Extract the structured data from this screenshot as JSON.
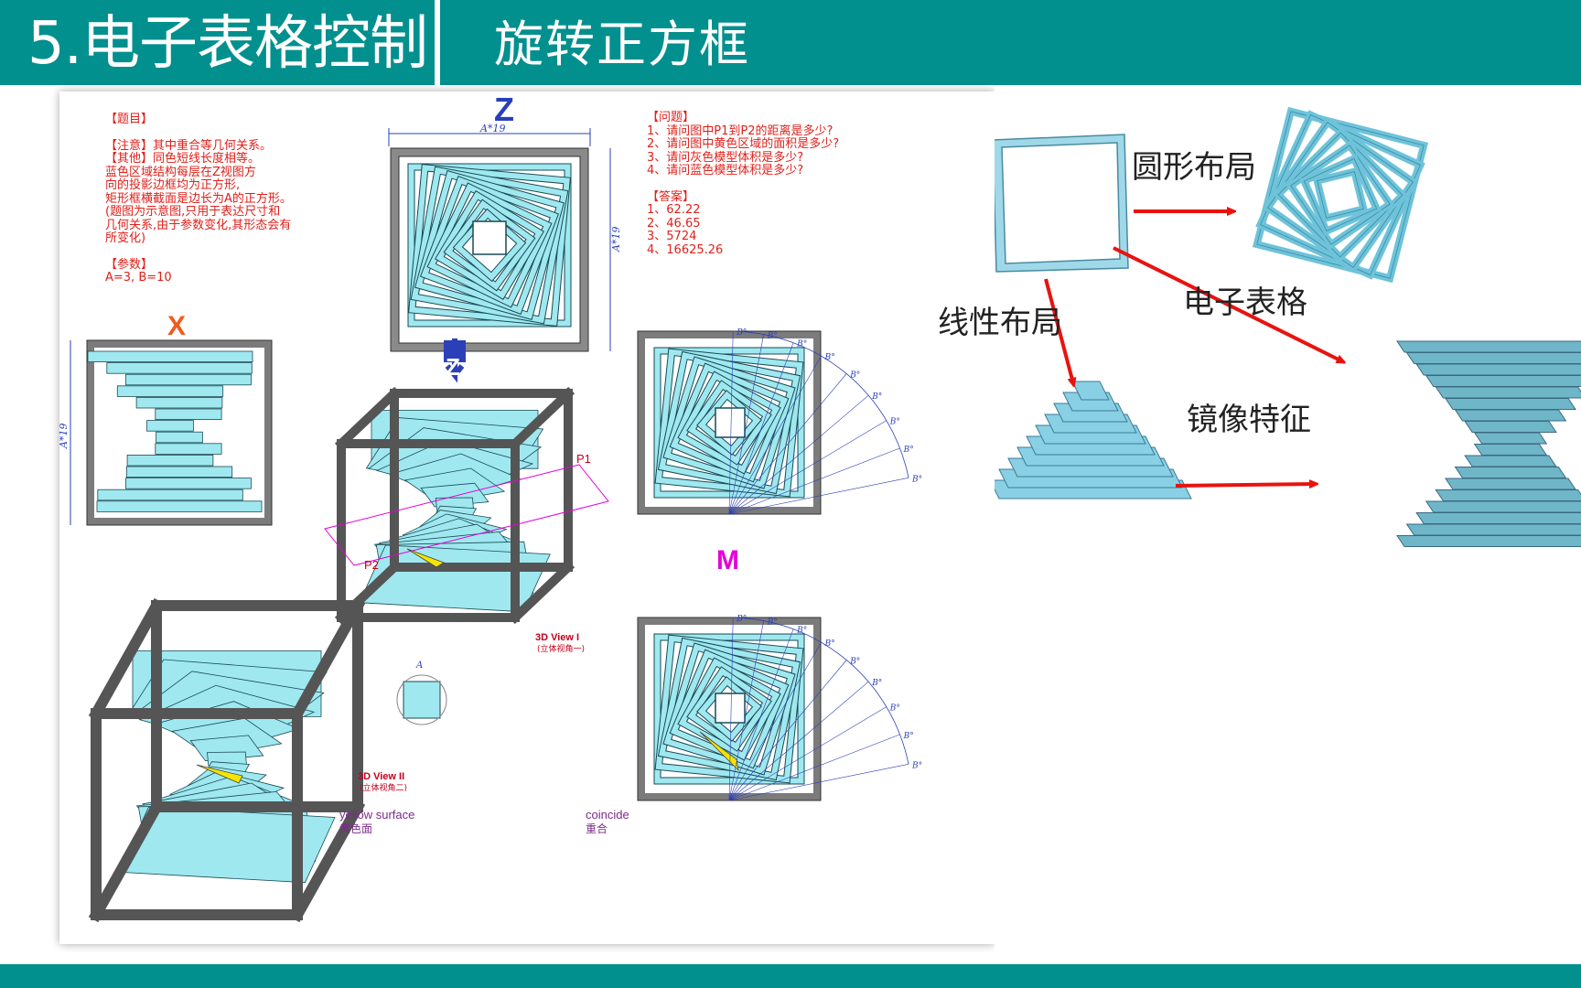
{
  "header": {
    "title": "5.电子表格控制",
    "subtitle": "旋转正方框"
  },
  "drawing": {
    "view_z_letter": "Z",
    "view_x_letter": "X",
    "view_m_letter": "M",
    "dim_top": "A*19",
    "dim_side": "A*19",
    "dim_x": "A*19",
    "dim_small": "A",
    "angle_label": "B°",
    "label_p1": "P1",
    "label_p2": "P2",
    "view1_title": "3D View I",
    "view1_sub": "(立体视角一)",
    "view2_title": "3D View II",
    "view2_sub": "(立体视角二)",
    "legend_yellow_en": "yellow surface",
    "legend_yellow_zh": "黄色面",
    "legend_coincide_en": "coincide",
    "legend_coincide_zh": "重合",
    "notes": {
      "topic_header": "【题目】",
      "lines": [
        "【注意】其中重合等几何关系。",
        "【其他】同色短线长度相等。",
        "蓝色区域结构每层在Z视图方",
        "向的投影边框均为正方形,",
        "矩形框横截面是边长为A的正方形。",
        "(题图为示意图,只用于表达尺寸和",
        "几何关系,由于参数变化,其形态会有",
        "所变化)"
      ],
      "param_header": "【参数】",
      "params": "A=3, B=10"
    },
    "questions": {
      "header": "【问题】",
      "items": [
        "1、请问图中P1到P2的距离是多少?",
        "2、请问图中黄色区域的面积是多少?",
        "3、请问灰色模型体积是多少?",
        "4、请问蓝色模型体积是多少?"
      ]
    },
    "answers": {
      "header": "【答案】",
      "items": [
        "1、62.22",
        "2、46.65",
        "3、5724",
        "4、16625.26"
      ]
    }
  },
  "flow": {
    "circular_layout": "圆形布局",
    "linear_layout": "线性布局",
    "spreadsheet": "电子表格",
    "mirror_feature": "镜像特征"
  },
  "colors": {
    "teal": "#01908e",
    "frame_blue": "#9fe8f0",
    "frame_edge": "#1a4a55",
    "gray_frame": "#7b7b7b",
    "arrow_red": "#e8130f",
    "note_red": "#e0201b",
    "dim_blue": "#2b3fb8",
    "magenta": "#e600d8",
    "orange": "#f05a1e"
  }
}
